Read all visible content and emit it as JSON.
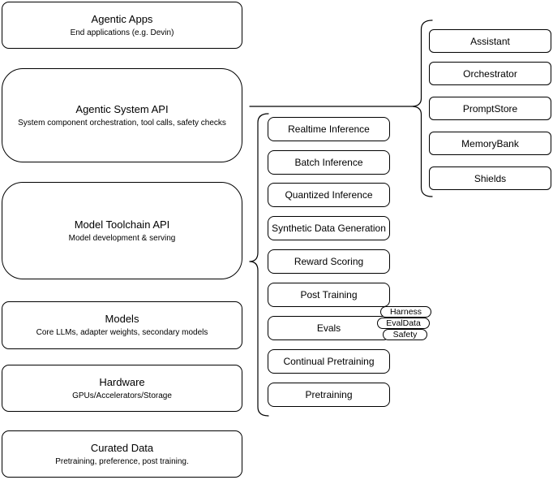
{
  "left_stack": [
    {
      "title": "Agentic Apps",
      "subtitle": "End applications (e.g. Devin)"
    },
    {
      "title": "Agentic System API",
      "subtitle": "System component orchestration, tool calls, safety checks"
    },
    {
      "title": "Model Toolchain API",
      "subtitle": "Model development & serving"
    },
    {
      "title": "Models",
      "subtitle": "Core LLMs, adapter weights, secondary models"
    },
    {
      "title": "Hardware",
      "subtitle": "GPUs/Accelerators/Storage"
    },
    {
      "title": "Curated Data",
      "subtitle": "Pretraining, preference, post training."
    }
  ],
  "toolchain_components": [
    "Realtime Inference",
    "Batch Inference",
    "Quantized Inference",
    "Synthetic Data Generation",
    "Reward Scoring",
    "Post Training",
    "Evals",
    "Continual Pretraining",
    "Pretraining"
  ],
  "evals_pills": [
    "Harness",
    "EvalData",
    "Safety"
  ],
  "system_components": [
    "Assistant",
    "Orchestrator",
    "PromptStore",
    "MemoryBank",
    "Shields"
  ],
  "colors": {
    "stroke": "#000000",
    "fill": "#ffffff",
    "text": "#000000"
  }
}
